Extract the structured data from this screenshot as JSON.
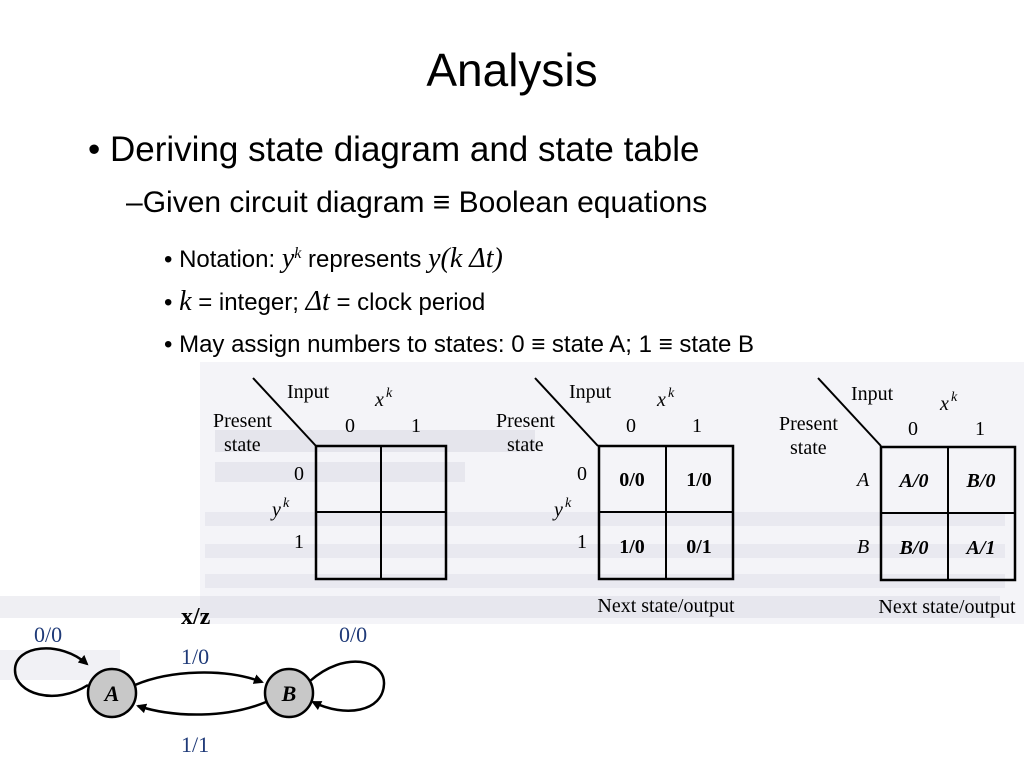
{
  "slide": {
    "title": "Analysis",
    "bullet1": "Deriving state diagram and state table",
    "bullet2": {
      "dash": "–",
      "text_a": "Given circuit diagram",
      "equiv": "≡",
      "text_b": "Boolean equations"
    },
    "bullet3": {
      "dot": "•",
      "label": "Notation:",
      "var": "y",
      "sup": "k",
      "mid": "represents",
      "expr": "y(k Δt)"
    },
    "bullet4": {
      "dot": "•",
      "var": "k",
      "text_a": "= integer;",
      "delta": "Δt",
      "text_b": "= clock period"
    },
    "bullet5": {
      "dot": "•",
      "text": "May assign numbers to states: 0 ≡ state A; 1 ≡ state B"
    },
    "bullet_dot": "•"
  },
  "figure": {
    "tables": [
      {
        "input_label": "Input",
        "input_var": "x",
        "input_sup": "k",
        "col0": "0",
        "col1": "1",
        "present_label1": "Present",
        "present_label2": "state",
        "state_var": "y",
        "state_sup": "k",
        "row0": "0",
        "row1": "1",
        "cells": [
          "",
          "",
          "",
          ""
        ],
        "caption": ""
      },
      {
        "input_label": "Input",
        "input_var": "x",
        "input_sup": "k",
        "col0": "0",
        "col1": "1",
        "present_label1": "Present",
        "present_label2": "state",
        "state_var": "y",
        "state_sup": "k",
        "row0": "0",
        "row1": "1",
        "cells": [
          "0/0",
          "1/0",
          "1/0",
          "0/1"
        ],
        "caption": "Next state/output"
      },
      {
        "input_label": "Input",
        "input_var": "x",
        "input_sup": "k",
        "col0": "0",
        "col1": "1",
        "present_label1": "Present",
        "present_label2": "state",
        "row0": "A",
        "row1": "B",
        "cells": [
          "A/0",
          "B/0",
          "B/0",
          "A/1"
        ],
        "caption": "Next state/output"
      }
    ],
    "state_diagram": {
      "header": "x/z",
      "state_a": "A",
      "state_b": "B",
      "loop_a": "0/0",
      "loop_b": "0/0",
      "a_to_b": "1/0",
      "b_to_a": "1/1"
    }
  }
}
